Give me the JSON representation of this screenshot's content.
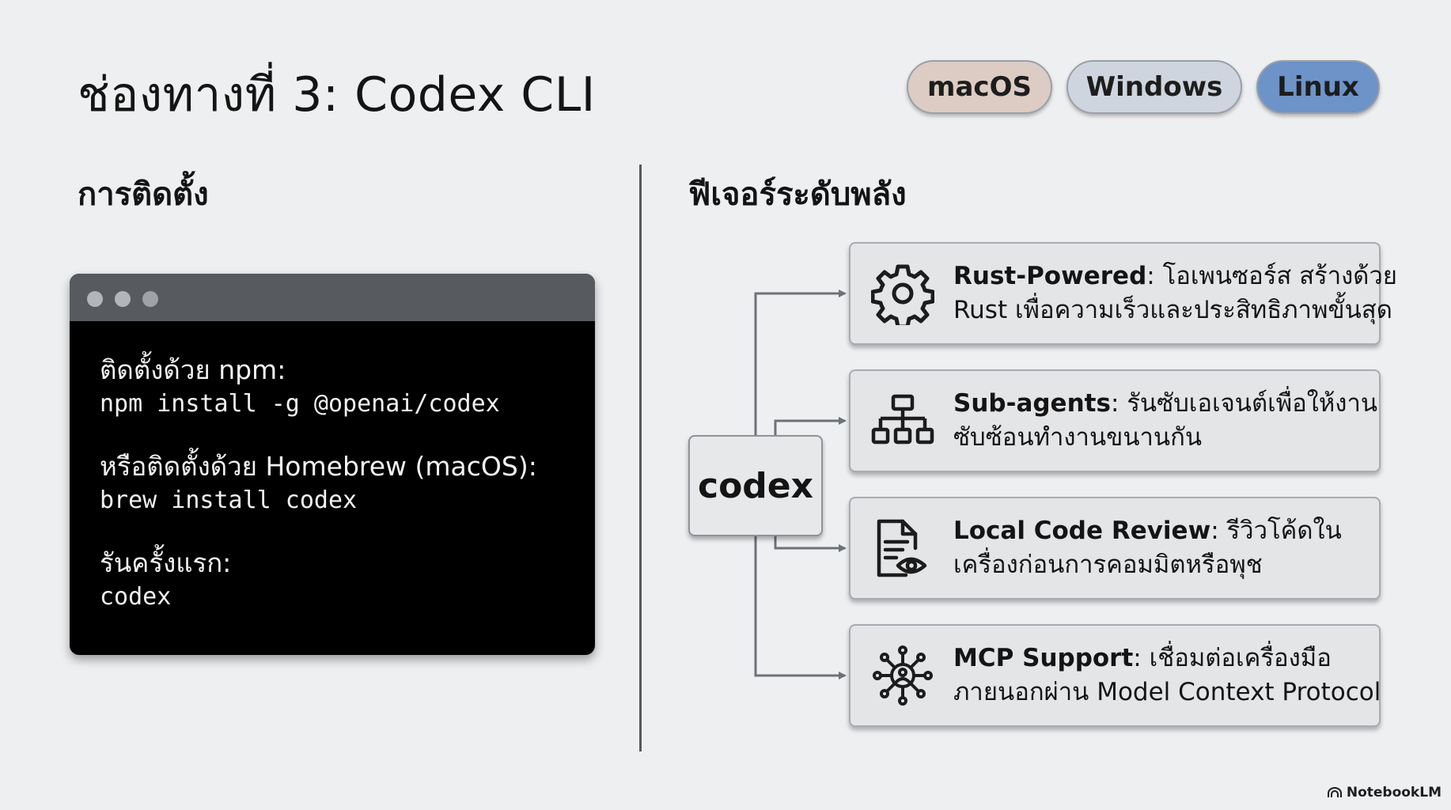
{
  "slide": {
    "title": "ช่องทางที่ 3: Codex CLI"
  },
  "platforms": [
    "macOS",
    "Windows",
    "Linux"
  ],
  "install": {
    "heading": "การติดตั้ง",
    "blocks": [
      {
        "label": "ติดตั้งด้วย npm:",
        "command": "npm install -g @openai/codex"
      },
      {
        "label": "หรือติดตั้งด้วย Homebrew (macOS):",
        "command": "brew install codex"
      },
      {
        "label": "รันครั้งแรก:",
        "command": "codex"
      }
    ]
  },
  "features": {
    "heading": "ฟีเจอร์ระดับพลัง",
    "hub_label": "codex",
    "items": [
      {
        "icon": "gear-icon",
        "title": "Rust-Powered",
        "line1": ": โอเพนซอร์ส สร้างด้วย",
        "line2": "Rust เพื่อความเร็วและประสิทธิภาพขั้นสุด"
      },
      {
        "icon": "hierarchy-icon",
        "title": "Sub-agents",
        "line1": ": รันซับเอเจนต์เพื่อให้งาน",
        "line2": "ซับซ้อนทำงานขนานกัน"
      },
      {
        "icon": "document-review-icon",
        "title": "Local Code Review",
        "line1": ": รีวิวโค้ดใน",
        "line2": "เครื่องก่อนการคอมมิตหรือพุช"
      },
      {
        "icon": "network-hub-icon",
        "title": "MCP Support",
        "line1": ": เชื่อมต่อเครื่องมือ",
        "line2": "ภายนอกผ่าน Model Context Protocol"
      }
    ]
  },
  "branding": {
    "logo_text": "NotebookLM"
  },
  "colors": {
    "background": "#eeeff1",
    "terminal": "#000000",
    "linux_pill": "#6d93c9",
    "macos_pill": "#dcccc3",
    "windows_pill": "#cfd5de"
  }
}
